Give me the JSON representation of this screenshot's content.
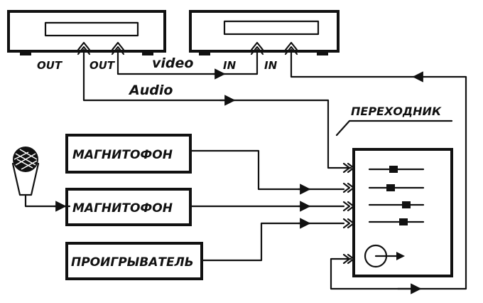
{
  "labels": {
    "out_left": "OUT",
    "out_right": "OUT",
    "video": "video",
    "in_left": "IN",
    "in_right": "IN",
    "audio": "Audio",
    "adapter": "ПЕРЕХОДНИК"
  },
  "devices": [
    {
      "label": "МАГНИТОФОН"
    },
    {
      "label": "МАГНИТОФОН"
    },
    {
      "label": "ПРОИГРЫВАТЕЛЬ"
    }
  ]
}
